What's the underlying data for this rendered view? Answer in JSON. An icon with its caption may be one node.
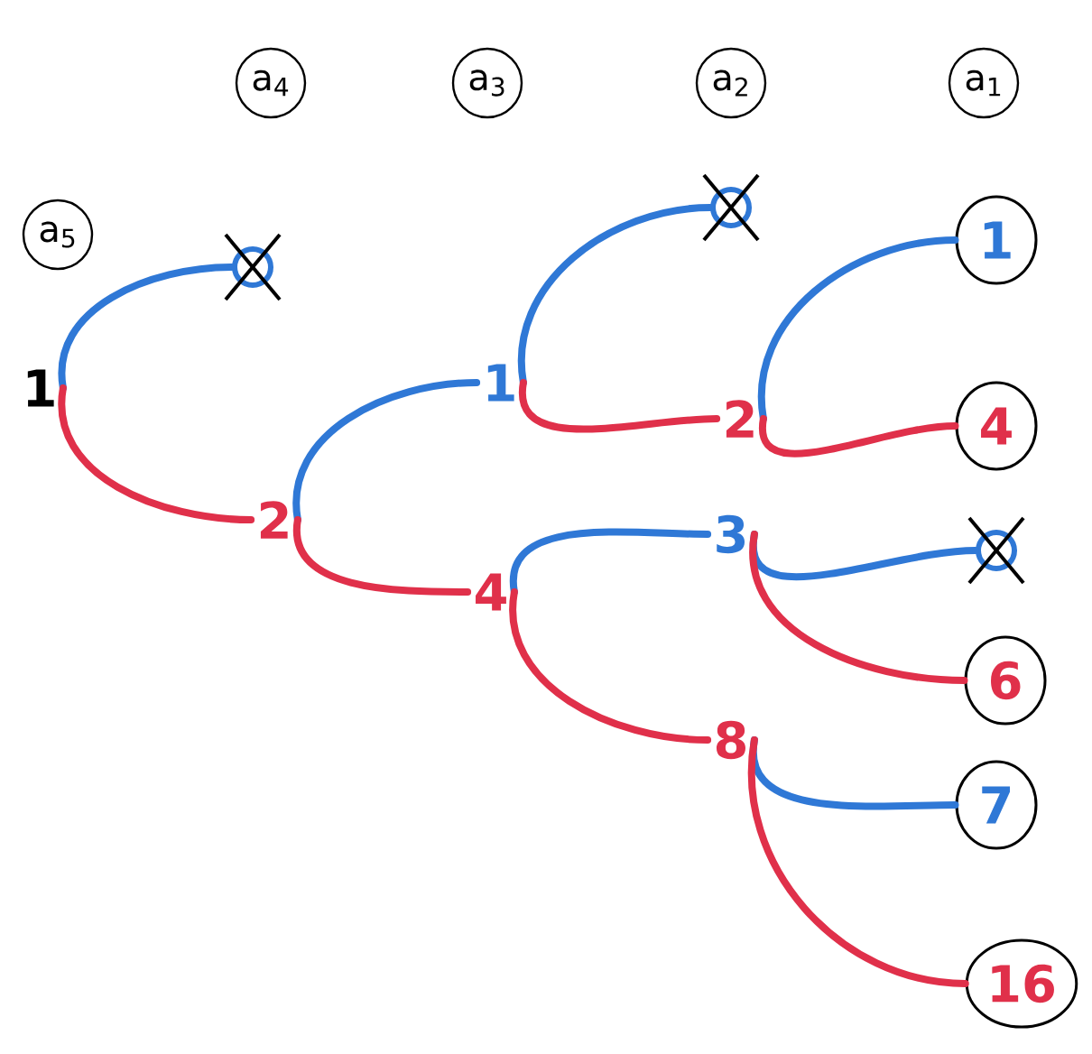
{
  "diagram": {
    "nodes": [
      {
        "text": [
          "a$_{5}$"
        ]
      },
      {
        "text": [
          "a$_{4}$"
        ]
      },
      {
        "text": [
          "a$_{3}$"
        ]
      },
      {
        "text": [
          "a$_{2}$"
        ]
      },
      {
        "text": [
          "a$_{1}$"
        ]
      },
      {
        "text": [
          "1"
        ]
      },
      {
        "text": [],
        "shape": "circle"
      },
      {
        "text": [
          "2"
        ]
      },
      {
        "text": [
          "1"
        ]
      },
      {
        "text": [
          "4"
        ]
      },
      {
        "text": [],
        "shape": "circle"
      },
      {
        "text": [
          "2"
        ]
      },
      {
        "text": [
          "3"
        ]
      },
      {
        "text": [
          "8"
        ]
      },
      {
        "text": [
          "1"
        ]
      },
      {
        "text": [
          "4"
        ]
      },
      {
        "text": [],
        "shape": "circle"
      },
      {
        "text": [
          "6"
        ]
      },
      {
        "text": [
          "7"
        ]
      },
      {
        "text": [
          "16"
        ]
      }
    ],
    "edges": [
      {
        "from": 5,
        "to": 6,
        "arrow": "none",
        "color": "#2f78d6"
      },
      {
        "from": 5,
        "to": 7,
        "arrow": "none",
        "color": "#e0304a"
      },
      {
        "from": 7,
        "to": 8,
        "arrow": "none",
        "color": "#2f78d6"
      },
      {
        "from": 7,
        "to": 9,
        "arrow": "none",
        "color": "#e0304a"
      },
      {
        "from": 8,
        "to": 10,
        "arrow": "none",
        "color": "#2f78d6"
      },
      {
        "from": 8,
        "to": 11,
        "arrow": "none",
        "color": "#e0304a"
      },
      {
        "from": 11,
        "to": 14,
        "arrow": "none",
        "color": "#2f78d6"
      },
      {
        "from": 11,
        "to": 15,
        "arrow": "none",
        "color": "#e0304a"
      },
      {
        "from": 9,
        "to": 12,
        "arrow": "none",
        "color": "#2f78d6"
      },
      {
        "from": 9,
        "to": 13,
        "arrow": "none",
        "color": "#e0304a"
      },
      {
        "from": 12,
        "to": 16,
        "arrow": "none",
        "color": "#2f78d6"
      },
      {
        "from": 12,
        "to": 17,
        "arrow": "none",
        "color": "#e0304a"
      },
      {
        "from": 13,
        "to": 18,
        "arrow": "none",
        "color": "#2f78d6"
      },
      {
        "from": 13,
        "to": 19,
        "arrow": "none",
        "color": "#e0304a"
      }
    ]
  }
}
